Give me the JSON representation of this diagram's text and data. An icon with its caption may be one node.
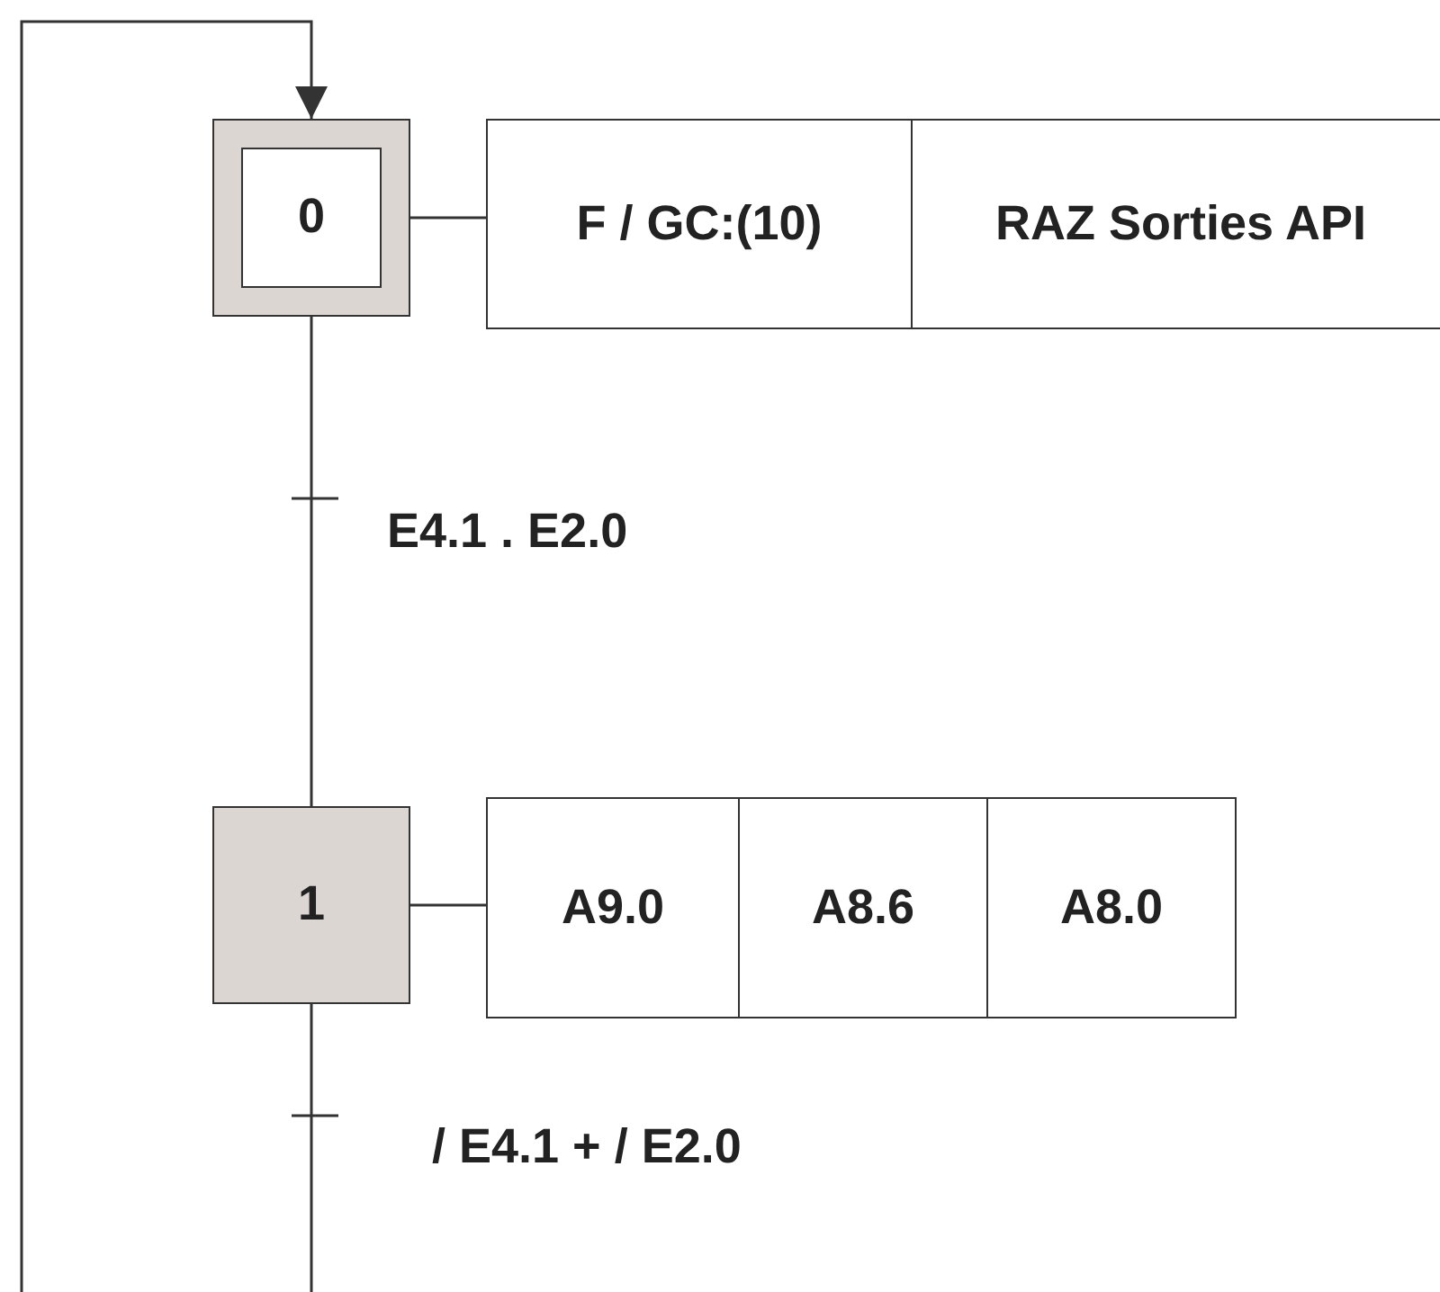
{
  "diagram": {
    "nodes": [
      {
        "text": [
          "0"
        ]
      },
      {
        "text": [
          "F / GC:(10)"
        ]
      },
      {
        "text": [
          "RAZ Sorties API"
        ]
      },
      {
        "text": [
          "1"
        ]
      },
      {
        "text": [
          "A9.0"
        ]
      },
      {
        "text": [
          "A8.6"
        ]
      },
      {
        "text": [
          "A8.0"
        ]
      }
    ],
    "edges": [
      {
        "from": 0,
        "to": 1,
        "arrow": "none"
      },
      {
        "from": 0,
        "to": 3,
        "arrow": "none"
      },
      {
        "from": 3,
        "to": 4,
        "arrow": "none"
      },
      {
        "from": 3,
        "to": 0,
        "arrow": "to"
      }
    ],
    "labels": [
      "E4.1 . E2.0",
      "/ E4.1 + / E2.0"
    ]
  }
}
